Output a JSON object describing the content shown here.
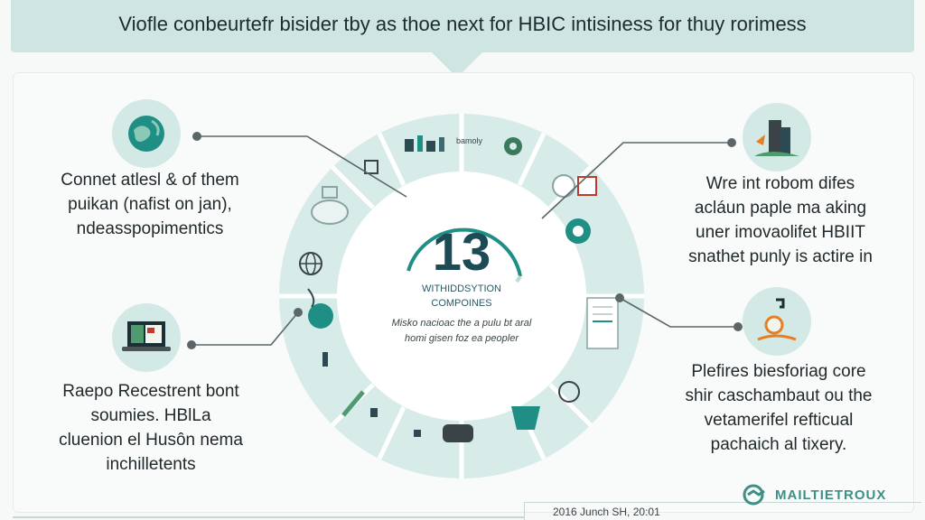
{
  "header": {
    "title": "Viofle conbeurtefr bisider tby as thoe next for HBIC intisiness for thuy rorimess"
  },
  "center": {
    "number": "13",
    "label_line1": "WITHIDDSYTION",
    "label_line2": "COMPOINES",
    "caption_line1": "Misko nacioac the a pulu bt aral",
    "caption_line2": "homi gisen foz ea peopler"
  },
  "wheel_segments": {
    "top_left_text": "",
    "top_label": "bamoly"
  },
  "left_top": {
    "line1": "Connet atlesl & of them",
    "line2": "puikan (nafist on jan),",
    "line3": "ndeasspopimentics"
  },
  "left_bottom": {
    "line1": "Raepo Recestrent bont",
    "line2": "soumies. HBlLa",
    "line3": "cluenion el Husôn nema",
    "line4": "inchilletents"
  },
  "right_top": {
    "line1": "Wre int robom difes",
    "line2": "acláun paple ma aking",
    "line3": "uner imovaolifet HBIIT",
    "line4": "snathet punly is actire in"
  },
  "right_bottom": {
    "line1": "Plefires biesforiag core",
    "line2": "shir caschambaut ou the",
    "line3": "vetamerifel refticual",
    "line4": "pachaich al tixery."
  },
  "footer": {
    "brand": "MAILTIETROUX",
    "date": "2016 Junch SH, 20:01"
  },
  "colors": {
    "banner": "#cfe5e2",
    "wheel": "#d7ebe8",
    "accent": "#1f8f86",
    "dark": "#1c4a55"
  }
}
